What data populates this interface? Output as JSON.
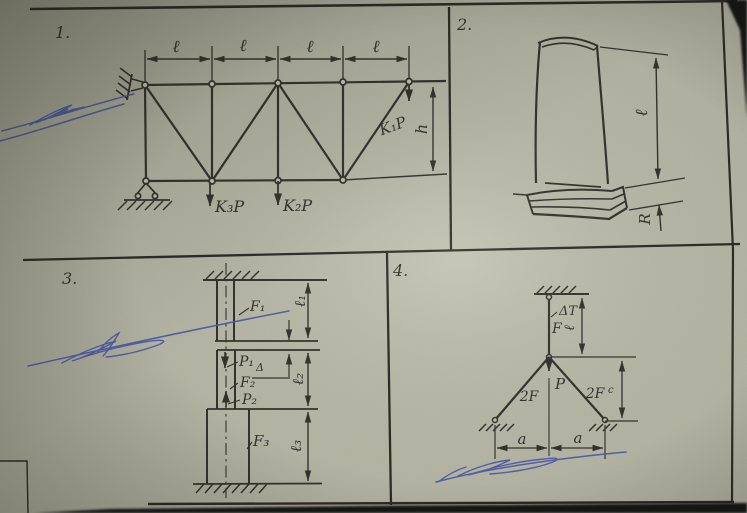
{
  "colors": {
    "paper": "#b6b6a6",
    "ink": "#35332d",
    "pen": "#4a58a4",
    "photo_edge": "#161613"
  },
  "panels": {
    "p1": {
      "number": "1.",
      "span_labels": [
        "ℓ",
        "ℓ",
        "ℓ",
        "ℓ"
      ],
      "height_label": "h",
      "force_top": "K₁P",
      "force_left": "K₃P",
      "force_mid": "K₂P"
    },
    "p2": {
      "number": "2.",
      "length_label": "ℓ",
      "root_label": "R"
    },
    "p3": {
      "number": "3.",
      "force1": "F₁",
      "load1": "P₁",
      "force2": "F₂",
      "load2": "P₂",
      "force3": "F₃",
      "len1": "ℓ₁",
      "len2": "ℓ₂",
      "len3": "ℓ₃",
      "gap": "Δ"
    },
    "p4": {
      "number": "4.",
      "temp": "ΔT",
      "force": "F",
      "length": "ℓ",
      "apex_force": "P",
      "bar_left": "2F",
      "bar_right": "2F",
      "mark": "c",
      "span1": "a",
      "span2": "a"
    }
  }
}
